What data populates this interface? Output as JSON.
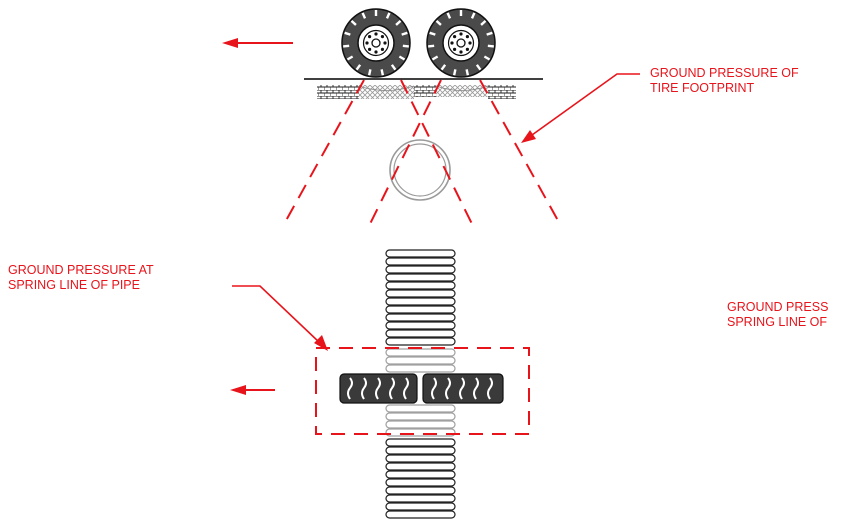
{
  "labels": {
    "tire_footprint": {
      "line1": "GROUND PRESSURE OF",
      "line2": "TIRE FOOTPRINT"
    },
    "spring_line_left": {
      "line1": "GROUND PRESSURE AT",
      "line2": "SPRING LINE OF PIPE"
    },
    "spring_line_right": {
      "line1": "GROUND PRESS",
      "line2": "SPRING LINE OF"
    }
  },
  "colors": {
    "annotation": "#e8141b",
    "tire": "#3a3a3a",
    "line": "#000000",
    "pipe": "#9a9a9a"
  }
}
